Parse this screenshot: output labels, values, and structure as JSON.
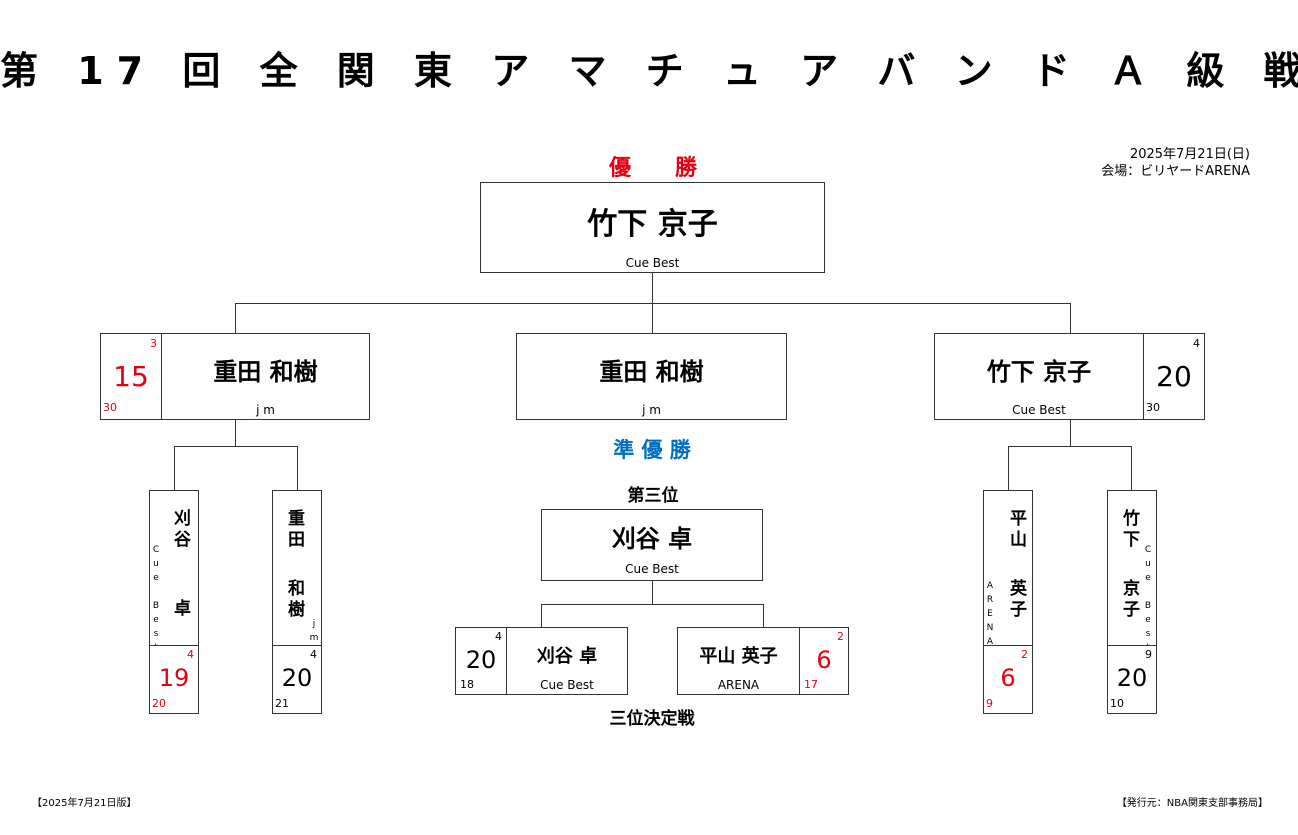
{
  "title": "第 17 回 全 関 東 ア マ チ ュ ア バ ン ド Ａ 級 戦",
  "date": "2025年7月21日(日)",
  "venue": "会場：ビリヤードARENA",
  "champion_label": "優　　勝",
  "runner_up_label": "準 優 勝",
  "third_label": "第三位",
  "third_match_label": "三位決定戦",
  "edition_note": "【2025年7月21日版】",
  "publisher_note": "【発行元：NBA関東支部事務局】",
  "champion": {
    "name": "竹下 京子",
    "club": "Cue Best"
  },
  "runner_up": {
    "name": "重田 和樹",
    "club": "j m"
  },
  "third": {
    "name": "刈谷 卓",
    "club": "Cue Best"
  },
  "semis": {
    "left": {
      "name": "重田 和樹",
      "club": "j m",
      "opp_score": "15",
      "opp_small_top": "3",
      "opp_small_bottom": "30"
    },
    "right": {
      "name": "竹下 京子",
      "club": "Cue Best",
      "score": "20",
      "small_top": "4",
      "small_bottom": "30"
    }
  },
  "quarters": [
    {
      "name_top": "刈谷",
      "name_bottom": "卓",
      "club": "Cue Best",
      "score": "19",
      "small_top": "4",
      "small_bottom": "20",
      "loser": true
    },
    {
      "name_top": "重田",
      "name_bottom": "和樹",
      "club": "jm",
      "score": "20",
      "small_top": "4",
      "small_bottom": "21",
      "loser": false
    },
    {
      "name_top": "平山",
      "name_bottom": "英子",
      "club": "ARENA",
      "score": "6",
      "small_top": "2",
      "small_bottom": "9",
      "loser": true
    },
    {
      "name_top": "竹下",
      "name_bottom": "京子",
      "club": "Cue Best",
      "score": "20",
      "small_top": "9",
      "small_bottom": "10",
      "loser": false
    }
  ],
  "third_match": {
    "left": {
      "name": "刈谷 卓",
      "club": "Cue Best",
      "score": "20",
      "small_top": "4",
      "small_bottom": "18"
    },
    "right": {
      "name": "平山 英子",
      "club": "ARENA",
      "score": "6",
      "small_top": "2",
      "small_bottom": "17"
    }
  },
  "colors": {
    "loser": "#e60012",
    "runner_up": "#0070c0",
    "line": "#333333"
  }
}
